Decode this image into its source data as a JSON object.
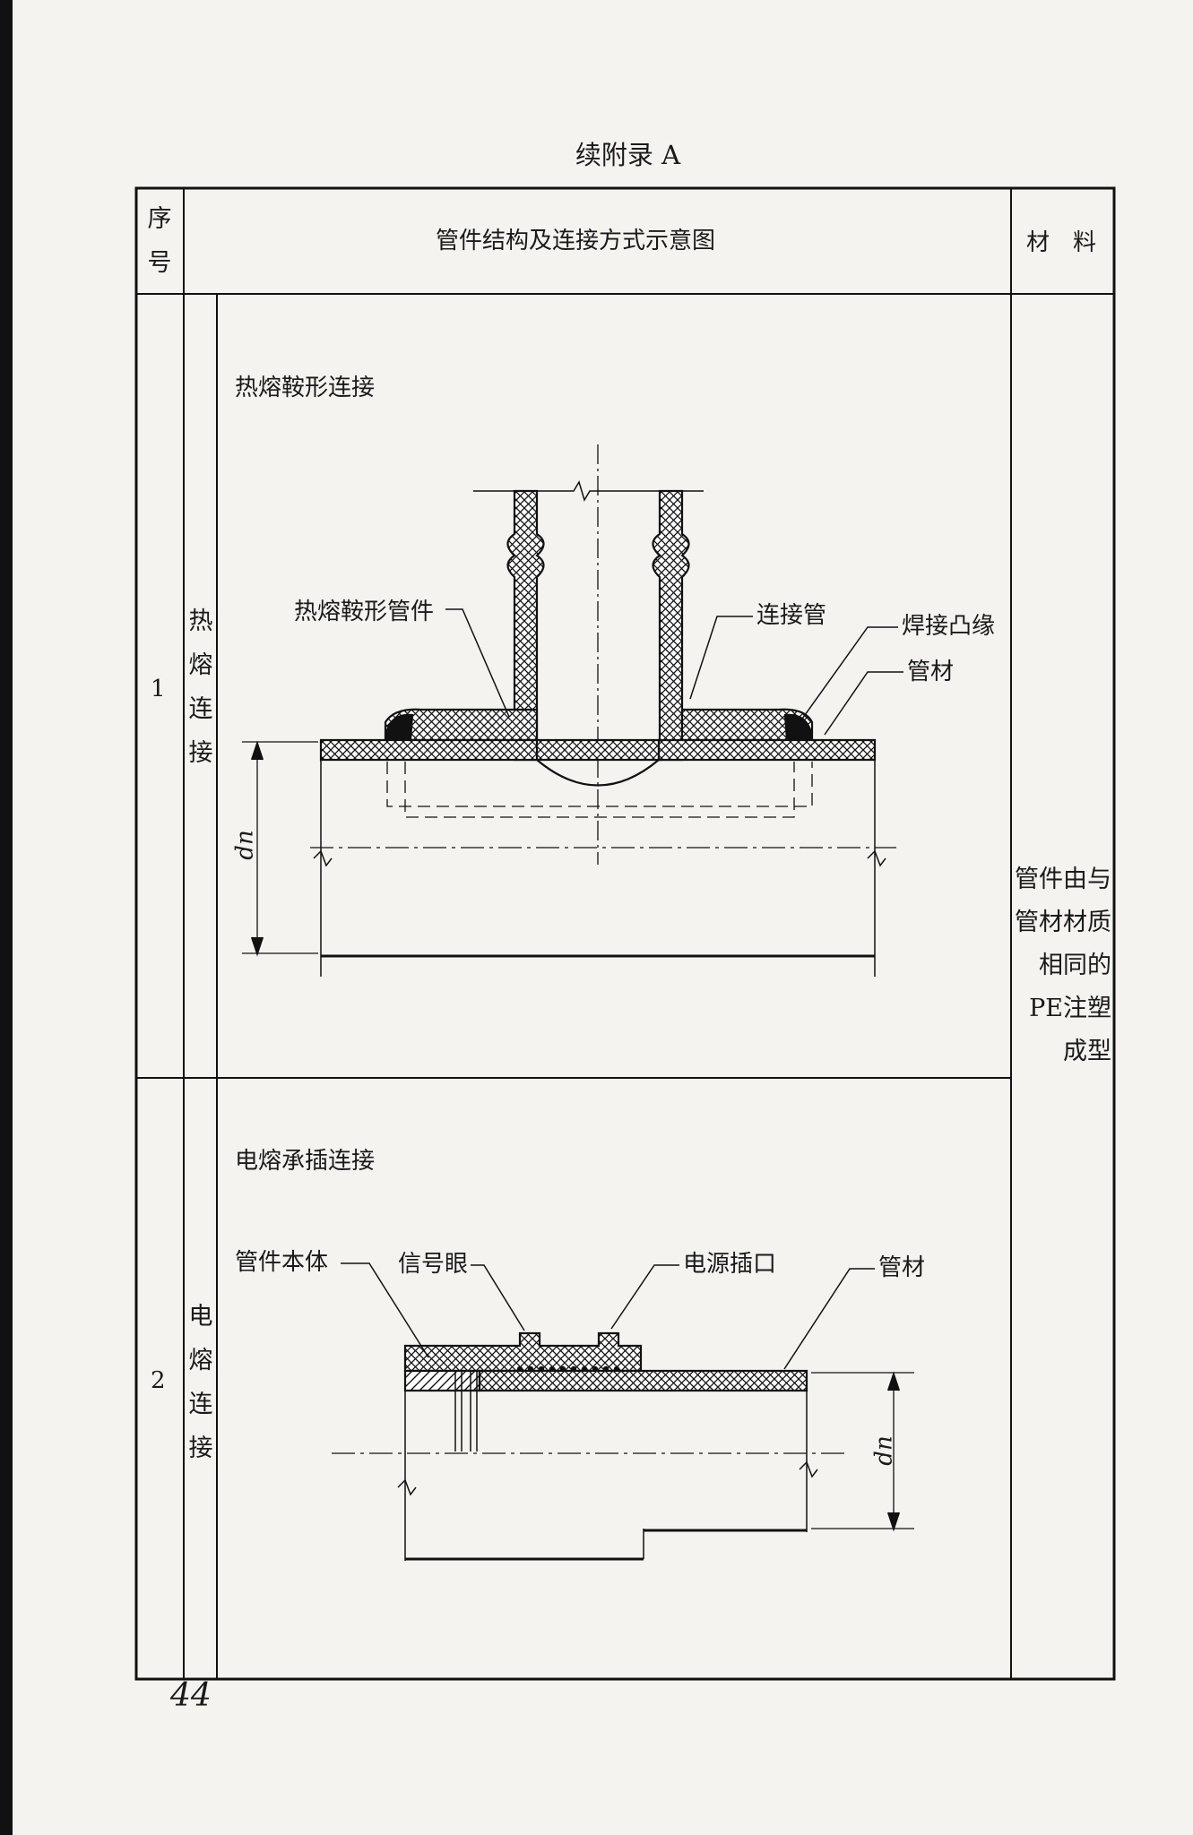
{
  "page": {
    "title": "续附录 A",
    "page_number": "44"
  },
  "table": {
    "headers": {
      "index": "序号",
      "diagram": "管件结构及连接方式示意图",
      "material": "材　料"
    },
    "rows": [
      {
        "index": "1",
        "category": "热熔连接",
        "subtitle": "热熔鞍形连接",
        "labels": {
          "fitting": "热熔鞍形管件",
          "connector_pipe": "连接管",
          "weld_flange": "焊接凸缘",
          "pipe": "管材",
          "dim": "dn"
        }
      },
      {
        "index": "2",
        "category": "电熔连接",
        "subtitle": "电熔承插连接",
        "labels": {
          "body": "管件本体",
          "signal_eye": "信号眼",
          "power_socket": "电源插口",
          "pipe": "管材",
          "dim": "dn"
        }
      }
    ],
    "material_text": "管件由与管材材质相同的PE注塑成型"
  }
}
